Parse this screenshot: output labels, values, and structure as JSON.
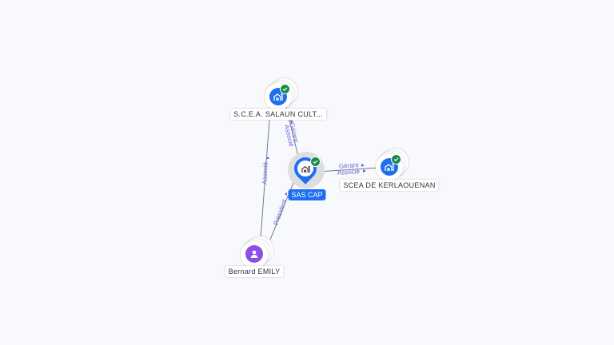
{
  "colors": {
    "company": "#1d6ef0",
    "person": "#8b4ee8",
    "check": "#1e8a4a",
    "edge": "#6b63d6",
    "line": "#777a8c"
  },
  "nodes": {
    "salaun": {
      "label": "S.C.E.A. SALAUN CULT...",
      "icon": "company-icon",
      "verified": true
    },
    "sascap": {
      "label": "SAS CAP",
      "icon": "company-icon",
      "verified": true
    },
    "kerlaouenan": {
      "label": "SCEA DE KERLAOUENAN",
      "icon": "company-icon",
      "verified": true
    },
    "bernard": {
      "label": "Bernard EMILY",
      "icon": "person-icon"
    }
  },
  "edges": {
    "salaun_sascap": [
      "Gérant",
      "Associé"
    ],
    "sascap_kerlaouenan": [
      "Gérant",
      "Associé"
    ],
    "bernard_salaun": "Associé",
    "bernard_sascap": "Président"
  }
}
